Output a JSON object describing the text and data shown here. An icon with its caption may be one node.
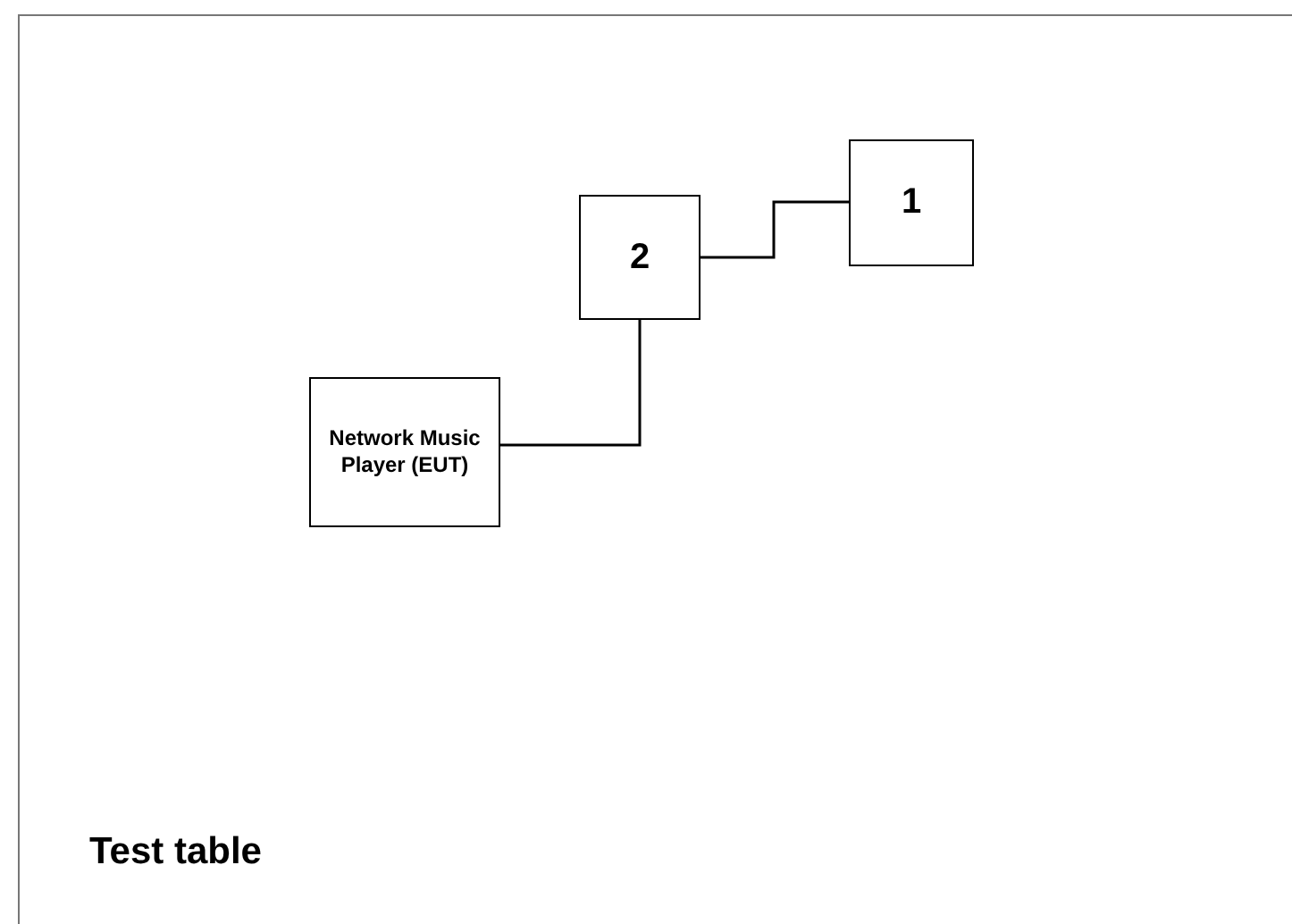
{
  "diagram": {
    "nodes": [
      {
        "text": [
          "1"
        ]
      },
      {
        "text": [
          "2"
        ]
      },
      {
        "text": [
          "Network Music Player (EUT)"
        ]
      }
    ],
    "edges": [
      {
        "from": 1,
        "to": 0,
        "arrow": "none"
      },
      {
        "from": 2,
        "to": 1,
        "arrow": "none"
      }
    ],
    "labels": [
      "Test table"
    ]
  }
}
